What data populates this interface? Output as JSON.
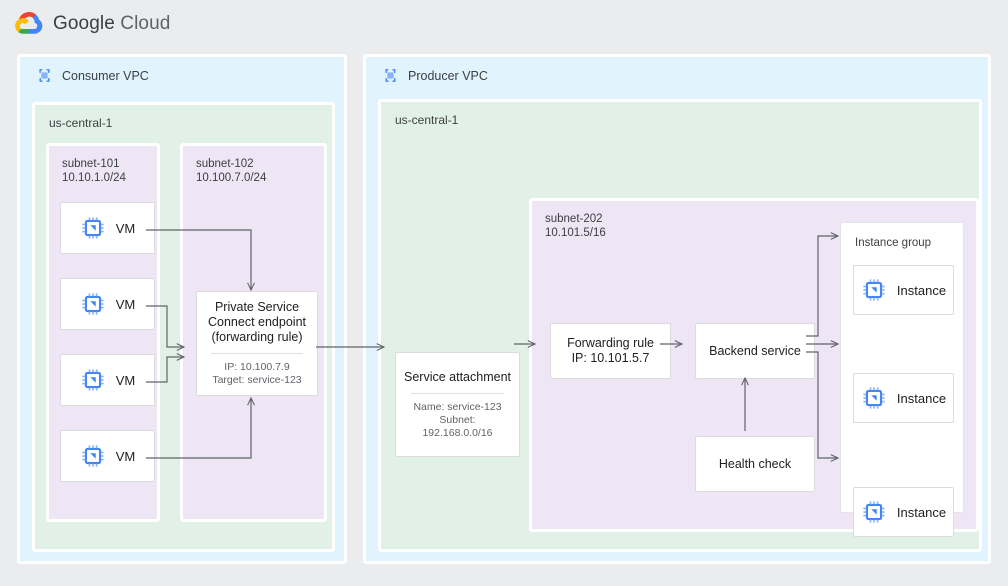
{
  "brand": {
    "google": "Google",
    "cloud": "Cloud",
    "logo_icon": "google-cloud-logo"
  },
  "colors": {
    "page_background": "#eaecee",
    "vpc_fill": "#e1f3fd",
    "region_fill": "#e2f1e7",
    "subnet_fill": "#eee5f5",
    "card_fill": "#ffffff",
    "border": "#ffffff",
    "connector": "#5f6368",
    "icon_blue": "#4285f4",
    "text_primary": "#202124",
    "text_secondary": "#5f6368"
  },
  "consumer_vpc": {
    "title": "Consumer VPC",
    "icon": "vpc-icon",
    "region": "us-central-1",
    "subnets": [
      {
        "name": "subnet-101",
        "cidr": "10.10.1.0/24"
      },
      {
        "name": "subnet-102",
        "cidr": "10.100.7.0/24"
      }
    ],
    "vms": [
      {
        "label": "VM",
        "icon": "vm-chip-icon"
      },
      {
        "label": "VM",
        "icon": "vm-chip-icon"
      },
      {
        "label": "VM",
        "icon": "vm-chip-icon"
      },
      {
        "label": "VM",
        "icon": "vm-chip-icon"
      }
    ],
    "psc_endpoint": {
      "title": "Private Service\nConnect endpoint\n(forwarding rule)",
      "meta": "IP: 10.100.7.9\nTarget: service-123"
    }
  },
  "producer_vpc": {
    "title": "Producer VPC",
    "icon": "vpc-icon",
    "region": "us-central-1",
    "subnet": {
      "name": "subnet-202",
      "cidr": "10.101.5/16"
    },
    "service_attachment": {
      "title": "Service attachment",
      "meta": "Name: service-123\nSubnet:\n192.168.0.0/16"
    },
    "forwarding_rule": {
      "title": "Forwarding rule\nIP: 10.101.5.7"
    },
    "backend_service": {
      "title": "Backend service"
    },
    "health_check": {
      "title": "Health check"
    },
    "instance_group": {
      "label": "Instance group",
      "instances": [
        {
          "label": "Instance",
          "icon": "vm-chip-icon"
        },
        {
          "label": "Instance",
          "icon": "vm-chip-icon"
        },
        {
          "label": "Instance",
          "icon": "vm-chip-icon"
        }
      ]
    }
  }
}
